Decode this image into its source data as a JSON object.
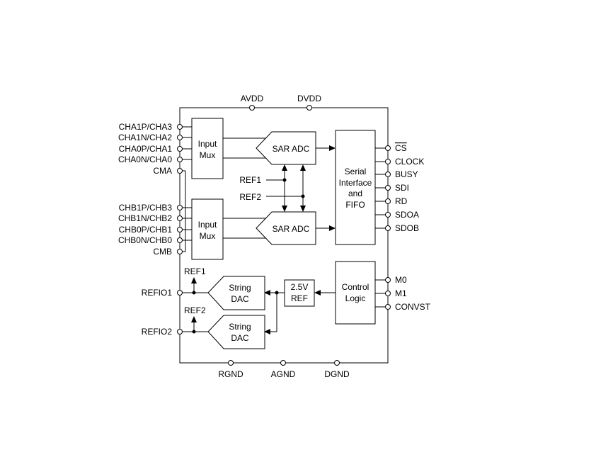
{
  "power_pins": {
    "avdd": "AVDD",
    "dvdd": "DVDD"
  },
  "ground_pins": {
    "rgnd": "RGND",
    "agnd": "AGND",
    "dgnd": "DGND"
  },
  "channel_a_pins": [
    "CHA1P/CHA3",
    "CHA1N/CHA2",
    "CHA0P/CHA1",
    "CHA0N/CHA0",
    "CMA"
  ],
  "channel_b_pins": [
    "CHB1P/CHB3",
    "CHB1N/CHB2",
    "CHB0P/CHB1",
    "CHB0N/CHB0",
    "CMB"
  ],
  "right_pins": [
    "CS",
    "CLOCK",
    "BUSY",
    "SDI",
    "RD",
    "SDOA",
    "SDOB"
  ],
  "mode_pins": [
    "M0",
    "M1",
    "CONVST"
  ],
  "refio_pins": [
    "REFIO1",
    "REFIO2"
  ],
  "blocks": {
    "input_mux_a": [
      "Input",
      "Mux"
    ],
    "input_mux_b": [
      "Input",
      "Mux"
    ],
    "sar_adc_a": "SAR ADC",
    "sar_adc_b": "SAR ADC",
    "serial_interface": [
      "Serial",
      "Interface",
      "and",
      "FIFO"
    ],
    "control_logic": [
      "Control",
      "Logic"
    ],
    "ref": [
      "2.5V",
      "REF"
    ],
    "string_dac_1": [
      "String",
      "DAC"
    ],
    "string_dac_2": [
      "String",
      "DAC"
    ]
  },
  "ref_labels": {
    "ref1": "REF1",
    "ref2": "REF2",
    "ref1_out": "REF1",
    "ref2_out": "REF2"
  }
}
